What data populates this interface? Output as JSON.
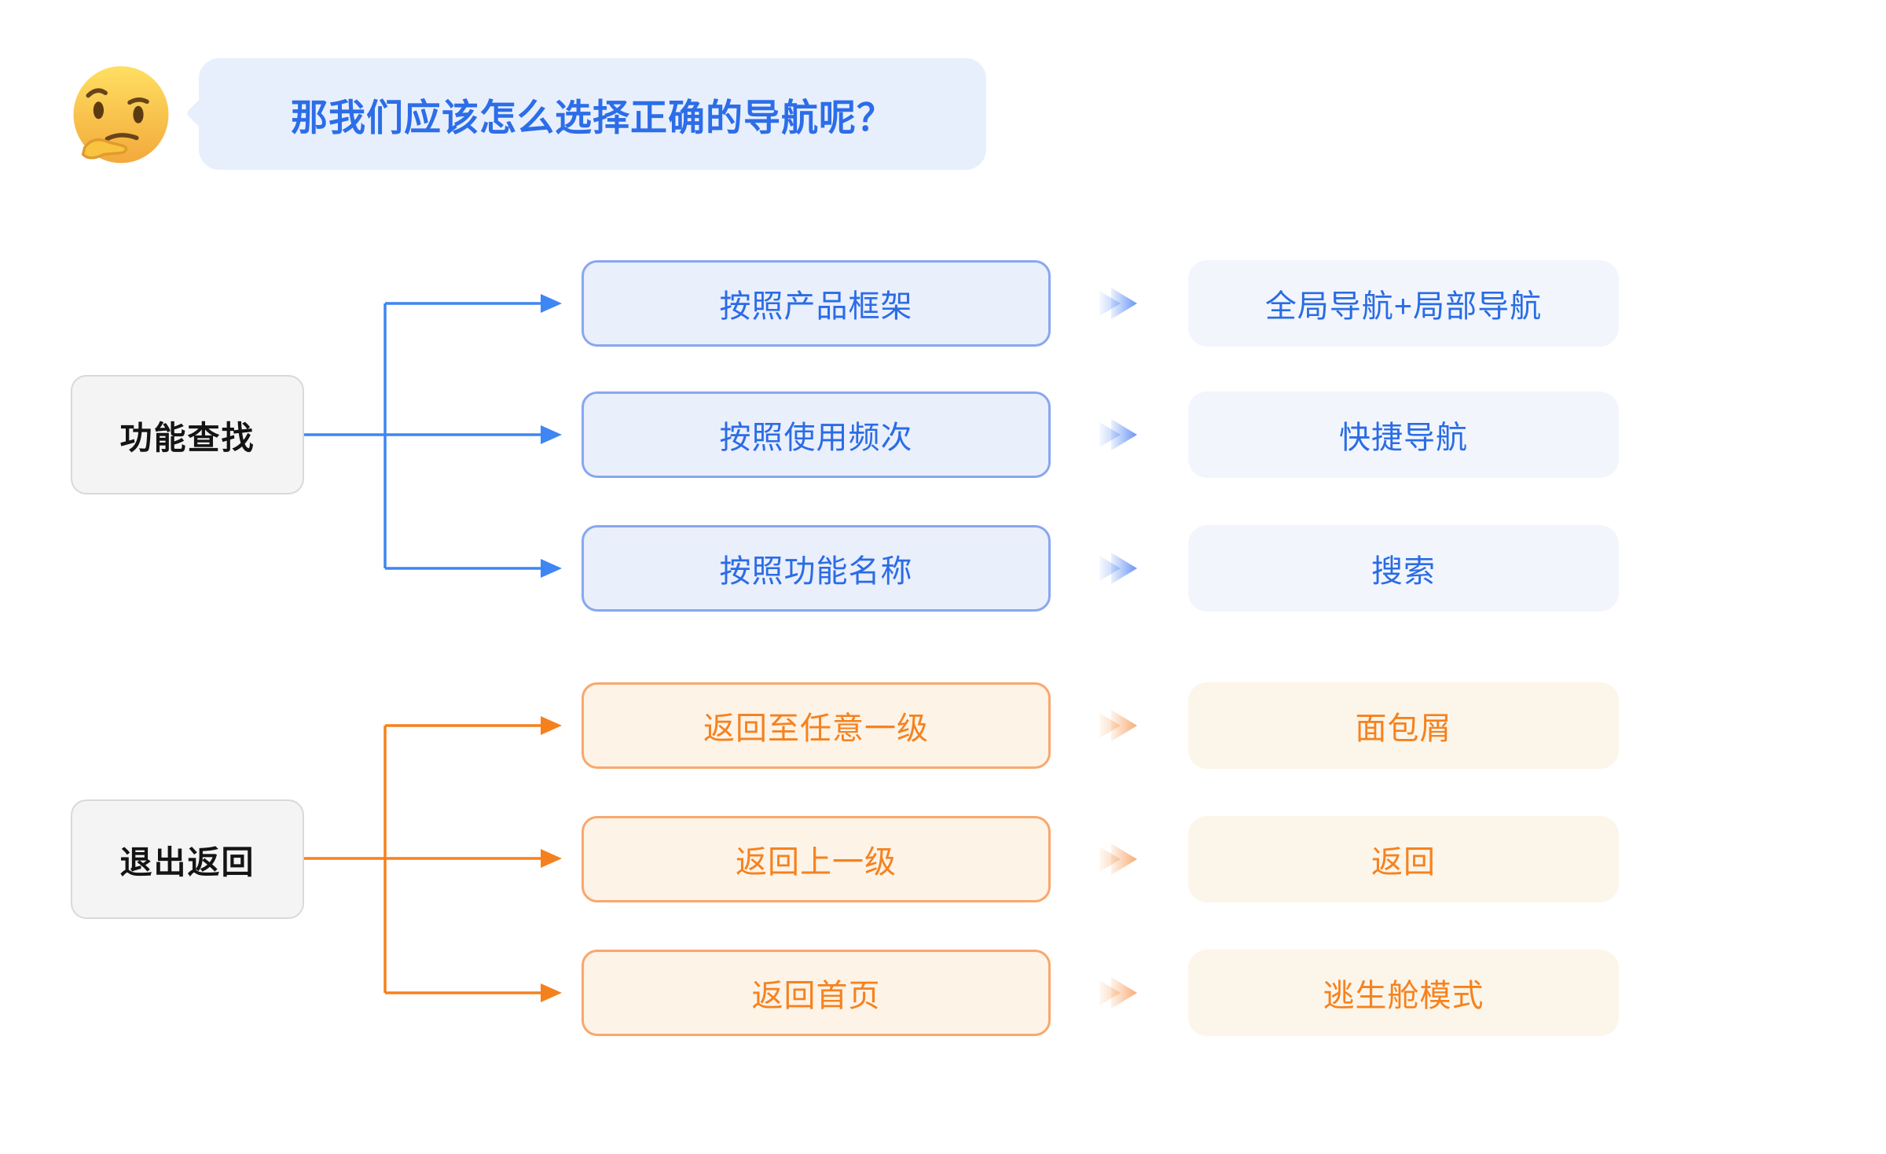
{
  "bubble": {
    "emoji": "🤔",
    "text": "那我们应该怎么选择正确的导航呢？"
  },
  "colors": {
    "blue_accent": "#2b6ce5",
    "blue_line": "#3e86f3",
    "blue_box_fill": "#eaeffc",
    "blue_box_border": "#88a7ef",
    "blue_result_fill": "#f2f6fc",
    "orange_accent": "#f5821f",
    "orange_line": "#f5811e",
    "orange_box_fill": "#fdf3e7",
    "orange_box_border": "#f9a76c",
    "orange_result_fill": "#fcf5e9",
    "bubble_fill": "#e8effc",
    "category_fill": "#f4f4f4"
  },
  "groups": [
    {
      "label": "功能查找",
      "theme": "blue",
      "rows": [
        {
          "method": "按照产品框架",
          "result": "全局导航+局部导航"
        },
        {
          "method": "按照使用频次",
          "result": "快捷导航"
        },
        {
          "method": "按照功能名称",
          "result": "搜索"
        }
      ]
    },
    {
      "label": "退出返回",
      "theme": "orange",
      "rows": [
        {
          "method": "返回至任意一级",
          "result": "面包屑"
        },
        {
          "method": "返回上一级",
          "result": "返回"
        },
        {
          "method": "返回首页",
          "result": "逃生舱模式"
        }
      ]
    }
  ]
}
